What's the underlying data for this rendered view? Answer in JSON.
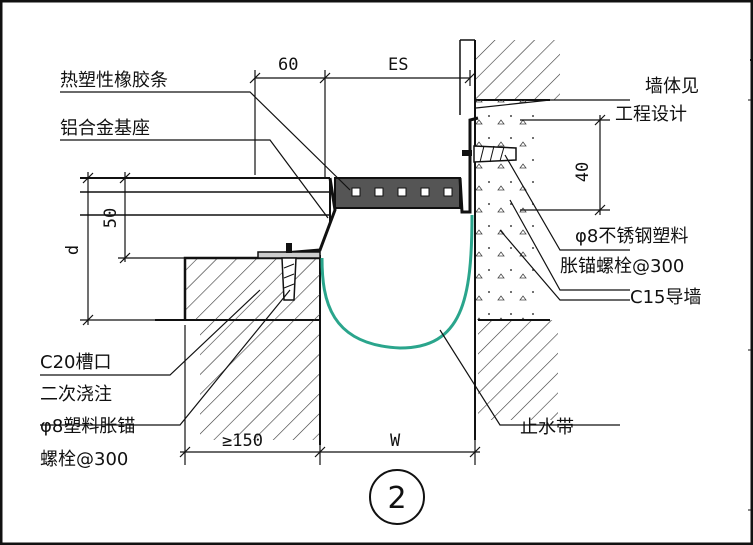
{
  "labels": {
    "hot_plastic_strip": "热塑性橡胶条",
    "aluminum_base": "铝合金基座",
    "wall_see_1": "墙体见",
    "wall_see_2": "工程设计",
    "bolt_right_1": "φ8不锈钢塑料",
    "bolt_right_2": "胀锚螺栓@300",
    "guide_wall": "C15导墙",
    "c20_slot": "C20槽口",
    "secondary_pour": "二次浇注",
    "bolt_left_1": "φ8塑料胀锚",
    "bolt_left_2": "螺栓@300",
    "waterstop": "止水带"
  },
  "dimensions": {
    "d60": "60",
    "es": "ES",
    "d40": "40",
    "d50": "50",
    "d": "d",
    "ge150": "≥150",
    "w": "W"
  },
  "detail_number": "2",
  "colors": {
    "line": "#111111",
    "waterstop": "#2aa58c",
    "hatch": "#333333"
  }
}
